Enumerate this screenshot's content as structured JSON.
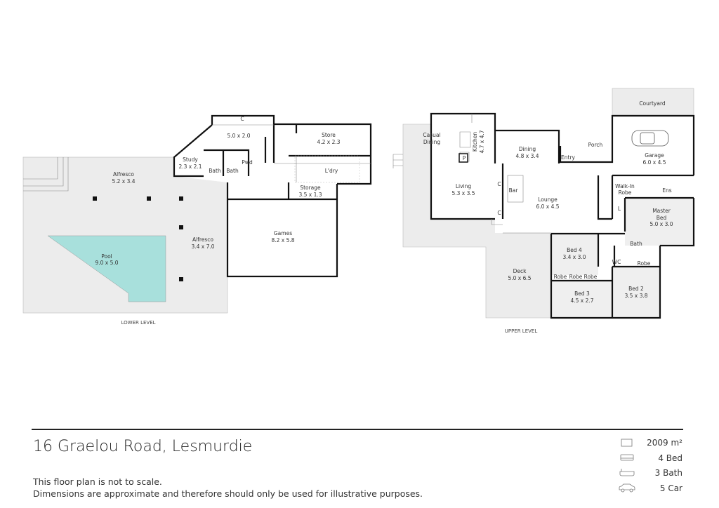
{
  "lower_level": {
    "label": "LOWER LEVEL",
    "rooms": [
      {
        "name": "C",
        "dims": ""
      },
      {
        "name": "",
        "dims": "5.0 x 2.0"
      },
      {
        "name": "Store",
        "dims": "4.2 x 2.3"
      },
      {
        "name": "Study",
        "dims": "2.3 x 2.1"
      },
      {
        "name": "Bath",
        "dims": ""
      },
      {
        "name": "Bath",
        "dims": ""
      },
      {
        "name": "Pwd",
        "dims": ""
      },
      {
        "name": "L'dry",
        "dims": ""
      },
      {
        "name": "Alfresco",
        "dims": "5.2 x 3.4"
      },
      {
        "name": "Storage",
        "dims": "3.5 x 1.3"
      },
      {
        "name": "Games",
        "dims": "8.2 x 5.8"
      },
      {
        "name": "Alfresco",
        "dims": "3.4 x 7.0"
      },
      {
        "name": "Pool",
        "dims": "9.0 x 5.0"
      }
    ]
  },
  "upper_level": {
    "label": "UPPER LEVEL",
    "rooms": [
      {
        "name": "Courtyard",
        "dims": ""
      },
      {
        "name": "Casual",
        "dims": "Dining"
      },
      {
        "name": "Kitchen",
        "dims": "4.7 x 4.7"
      },
      {
        "name": "P",
        "dims": ""
      },
      {
        "name": "Dining",
        "dims": "4.8 x 3.4"
      },
      {
        "name": "Entry",
        "dims": ""
      },
      {
        "name": "Porch",
        "dims": ""
      },
      {
        "name": "Garage",
        "dims": "6.0 x 4.5"
      },
      {
        "name": "Living",
        "dims": "5.3 x 3.5"
      },
      {
        "name": "C",
        "dims": ""
      },
      {
        "name": "Bar",
        "dims": ""
      },
      {
        "name": "C",
        "dims": ""
      },
      {
        "name": "Lounge",
        "dims": "6.0 x 4.5"
      },
      {
        "name": "Walk-In",
        "dims": "Robe"
      },
      {
        "name": "Ens",
        "dims": ""
      },
      {
        "name": "L",
        "dims": ""
      },
      {
        "name": "Master",
        "dims": "Bed"
      },
      {
        "name": "",
        "dims": "5.0 x 3.0"
      },
      {
        "name": "Bath",
        "dims": ""
      },
      {
        "name": "Bed 4",
        "dims": "3.4 x 3.0"
      },
      {
        "name": "WC",
        "dims": ""
      },
      {
        "name": "Robe",
        "dims": ""
      },
      {
        "name": "Deck",
        "dims": "5.0 x 6.5"
      },
      {
        "name": "Robe",
        "dims": ""
      },
      {
        "name": "Robe",
        "dims": ""
      },
      {
        "name": "Robe",
        "dims": ""
      },
      {
        "name": "Bed 3",
        "dims": "4.5 x 2.7"
      },
      {
        "name": "Bed 2",
        "dims": "3.5 x 3.8"
      }
    ]
  },
  "footer": {
    "address": "16 Graelou Road, Lesmurdie",
    "disclaimer_1": "This floor plan is not to scale.",
    "disclaimer_2": "Dimensions are approximate and therefore should only be used for illustrative purposes.",
    "stats": [
      {
        "icon": "land-area-icon",
        "value": "2009 m²"
      },
      {
        "icon": "bed-icon",
        "value": "4 Bed"
      },
      {
        "icon": "bath-icon",
        "value": "3 Bath"
      },
      {
        "icon": "car-icon",
        "value": "5 Car"
      }
    ]
  },
  "colors": {
    "pool": "#a8e0dc",
    "outdoor": "#ececec",
    "wall": "#111111"
  }
}
